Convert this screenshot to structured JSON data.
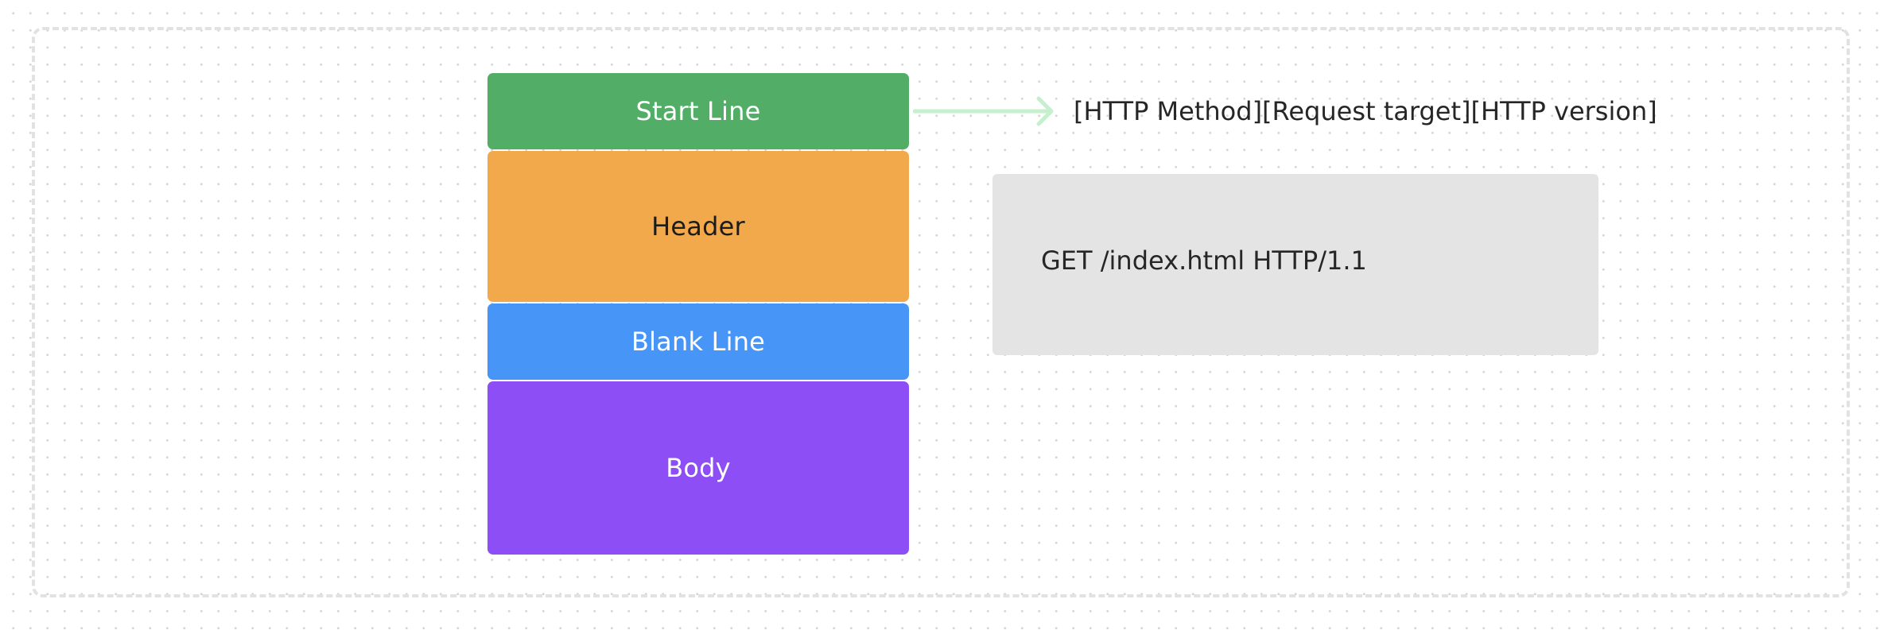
{
  "diagram": {
    "blocks": {
      "start_line": "Start Line",
      "header": "Header",
      "blank_line": "Blank Line",
      "body": "Body"
    },
    "format_label": "[HTTP Method][Request target][HTTP version]",
    "example": "GET /index.html HTTP/1.1"
  },
  "colors": {
    "start_line": "#52ad66",
    "header": "#f2a94b",
    "blank_line": "#4796f7",
    "body": "#8d4ff5",
    "arrow": "#c6efcd",
    "example_box": "#e4e4e4"
  }
}
